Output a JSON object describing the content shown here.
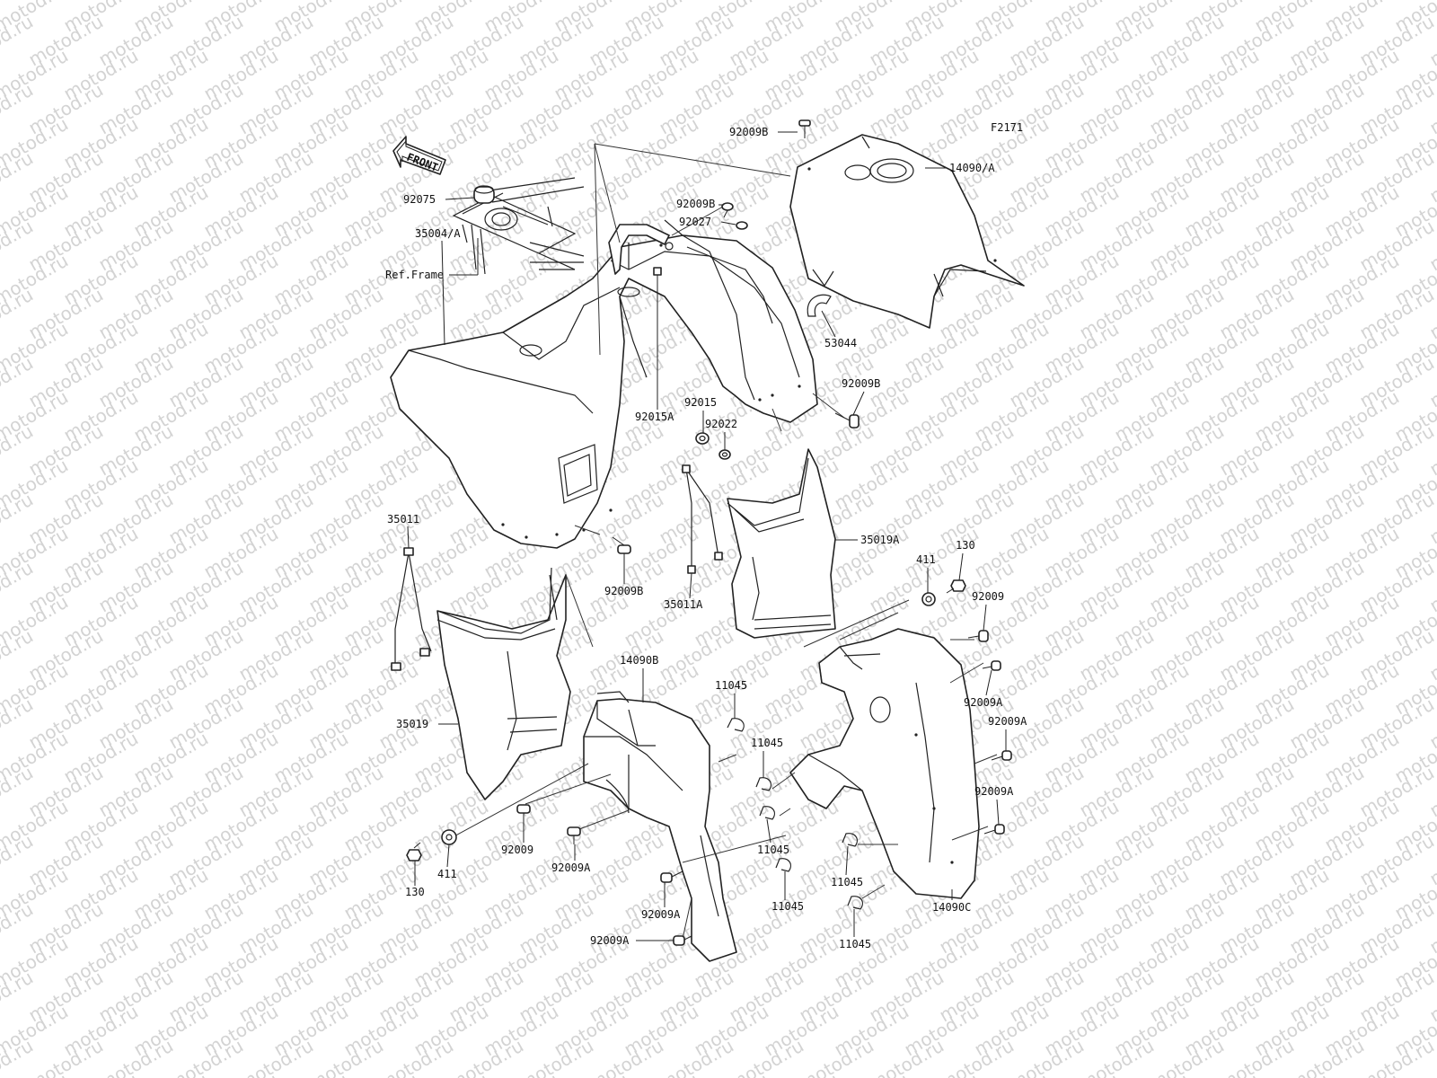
{
  "figure_code": "F2171",
  "front_label": "FRONT",
  "watermark_text": "motod.ru",
  "colors": {
    "line": "#222222",
    "watermark": "#d3d3d3",
    "background": "#ffffff"
  },
  "parts": [
    {
      "id": "92009B-top",
      "number": "92009B"
    },
    {
      "id": "14090/A",
      "number": "14090/A"
    },
    {
      "id": "92075",
      "number": "92075"
    },
    {
      "id": "92009B-mid",
      "number": "92009B"
    },
    {
      "id": "92027",
      "number": "92027"
    },
    {
      "id": "ref-frame",
      "number": "Ref.Frame"
    },
    {
      "id": "35004/A",
      "number": "35004/A"
    },
    {
      "id": "53044",
      "number": "53044"
    },
    {
      "id": "92009B-right",
      "number": "92009B"
    },
    {
      "id": "92015A",
      "number": "92015A"
    },
    {
      "id": "92015",
      "number": "92015"
    },
    {
      "id": "92022",
      "number": "92022"
    },
    {
      "id": "35011",
      "number": "35011"
    },
    {
      "id": "35019A",
      "number": "35019A"
    },
    {
      "id": "92009B-low",
      "number": "92009B"
    },
    {
      "id": "35011A",
      "number": "35011A"
    },
    {
      "id": "411-right",
      "number": "411"
    },
    {
      "id": "130-right",
      "number": "130"
    },
    {
      "id": "92009-right",
      "number": "92009"
    },
    {
      "id": "14090B",
      "number": "14090B"
    },
    {
      "id": "11045-a",
      "number": "11045"
    },
    {
      "id": "92009A-r1",
      "number": "92009A"
    },
    {
      "id": "92009A-r2",
      "number": "92009A"
    },
    {
      "id": "35019",
      "number": "35019"
    },
    {
      "id": "11045-b",
      "number": "11045"
    },
    {
      "id": "92009A-r3",
      "number": "92009A"
    },
    {
      "id": "92009-left",
      "number": "92009"
    },
    {
      "id": "11045-c",
      "number": "11045"
    },
    {
      "id": "92009A-left",
      "number": "92009A"
    },
    {
      "id": "411-left",
      "number": "411"
    },
    {
      "id": "130-left",
      "number": "130"
    },
    {
      "id": "11045-d",
      "number": "11045"
    },
    {
      "id": "11045-e",
      "number": "11045"
    },
    {
      "id": "92009A-mid",
      "number": "92009A"
    },
    {
      "id": "14090C",
      "number": "14090C"
    },
    {
      "id": "92009A-bot",
      "number": "92009A"
    },
    {
      "id": "11045-f",
      "number": "11045"
    }
  ]
}
